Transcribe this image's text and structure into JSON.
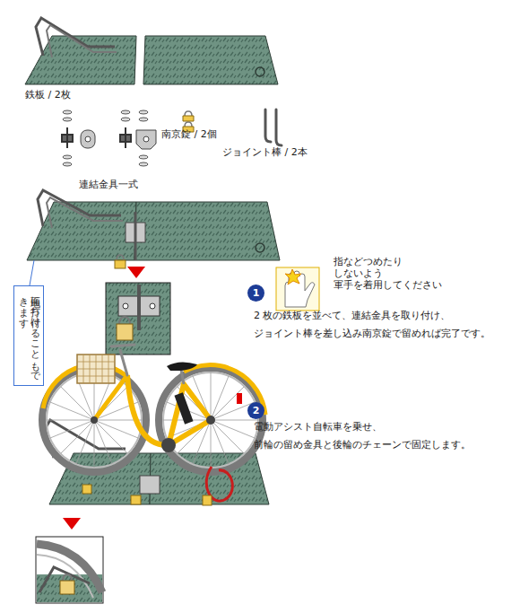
{
  "diagram": {
    "nodes": [
      {
        "text": [
          "地面に打ち付けることもできます"
        ]
      },
      {
        "text": [
          "1"
        ]
      },
      {
        "text": [
          "2"
        ]
      }
    ],
    "labels": [
      "鉄板 / 2枚",
      "南京錠 / 2個",
      "ジョイント棒 / 2本",
      "連結金具一式",
      "指などつめたり しないよう 軍手を着用してください",
      "2 枚の鉄板を並べて、連結金具を取り付け、 ジョイント棒を差し込み南京錠で留めれば完了です。",
      "電動アシスト自転車を乗せ、 前輪の留め金具と後輪のチェーンで固定します。"
    ]
  }
}
